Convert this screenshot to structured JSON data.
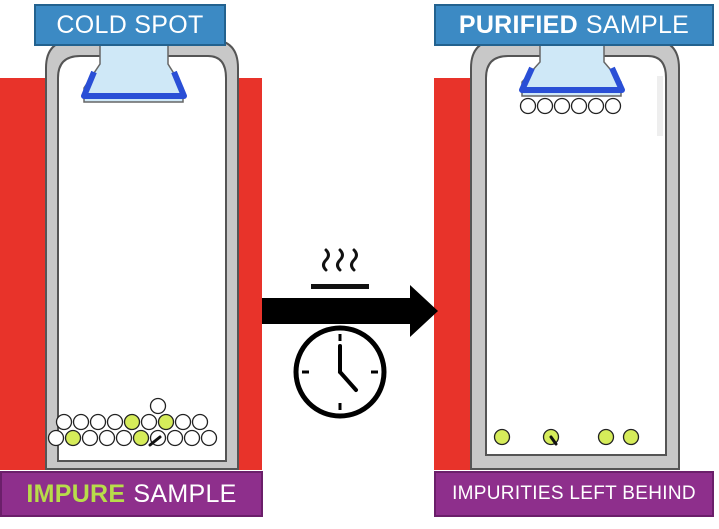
{
  "labels": {
    "cold_spot": "COLD SPOT",
    "purified_bold": "PURIFIED",
    "purified_rest": "SAMPLE",
    "impure_bold": "IMPURE",
    "impure_rest": "SAMPLE",
    "impurities_left": "IMPURITIES LEFT BEHIND"
  },
  "icons": {
    "heat": "heat-icon",
    "clock": "clock-icon",
    "arrow": "arrow-right-icon"
  },
  "colors": {
    "heater": "#e8332a",
    "vessel_wall": "#c8c8c8",
    "vessel_outline": "#555555",
    "cold_finger": "#cfe8f7",
    "cold_finger_holder": "#2a4fd6",
    "impurity": "#d6ec5a",
    "top_label": "#3c8ac4",
    "bottom_label": "#8e2f8c",
    "highlight_green": "#b8dc4a"
  }
}
